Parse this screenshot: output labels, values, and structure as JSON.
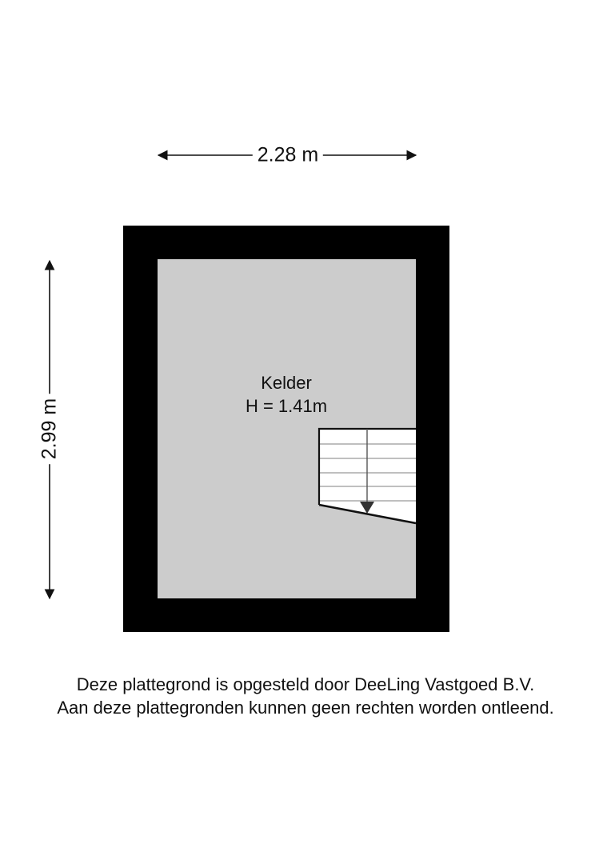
{
  "floorplan": {
    "dimensions": {
      "width_label": "2.28 m",
      "height_label": "2.99 m"
    },
    "room": {
      "name": "Kelder",
      "height_label": "H = 1.41m"
    },
    "stairs": {
      "direction": "down",
      "step_count": 6
    },
    "colors": {
      "wall": "#000000",
      "floor": "#cccccc",
      "stairs": "#ffffff",
      "background": "#ffffff",
      "step_lines": "#999999"
    }
  },
  "footer": {
    "line1": "Deze plattegrond is opgesteld door DeeLing Vastgoed B.V.",
    "line2": "Aan deze plattegronden kunnen geen rechten worden ontleend."
  }
}
